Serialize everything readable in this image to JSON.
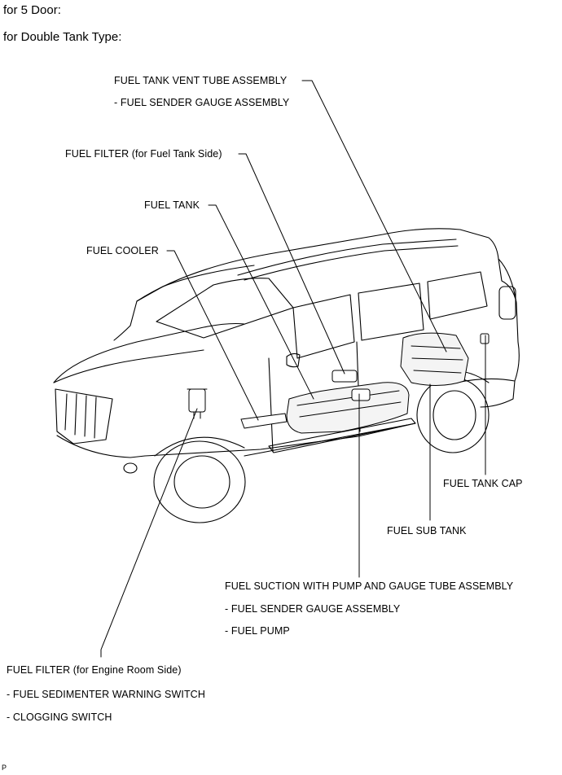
{
  "header": {
    "line1": "for 5 Door:",
    "line2": "for Double Tank Type:"
  },
  "labels": {
    "vent_tube": "FUEL TANK VENT TUBE ASSEMBLY",
    "vent_tube_sub": "- FUEL SENDER GAUGE ASSEMBLY",
    "filter_tank_side": "FUEL FILTER (for Fuel Tank Side)",
    "fuel_tank": "FUEL TANK",
    "fuel_cooler": "FUEL COOLER",
    "tank_cap": "FUEL TANK CAP",
    "sub_tank": "FUEL SUB TANK",
    "suction": "FUEL SUCTION WITH PUMP AND GAUGE TUBE ASSEMBLY",
    "suction_sub1": "- FUEL SENDER GAUGE ASSEMBLY",
    "suction_sub2": "- FUEL PUMP",
    "filter_engine": "FUEL FILTER (for Engine Room Side)",
    "filter_engine_sub1": "- FUEL SEDIMENTER WARNING SWITCH",
    "filter_engine_sub2": "- CLOGGING SWITCH"
  },
  "footer": {
    "code": "P"
  }
}
